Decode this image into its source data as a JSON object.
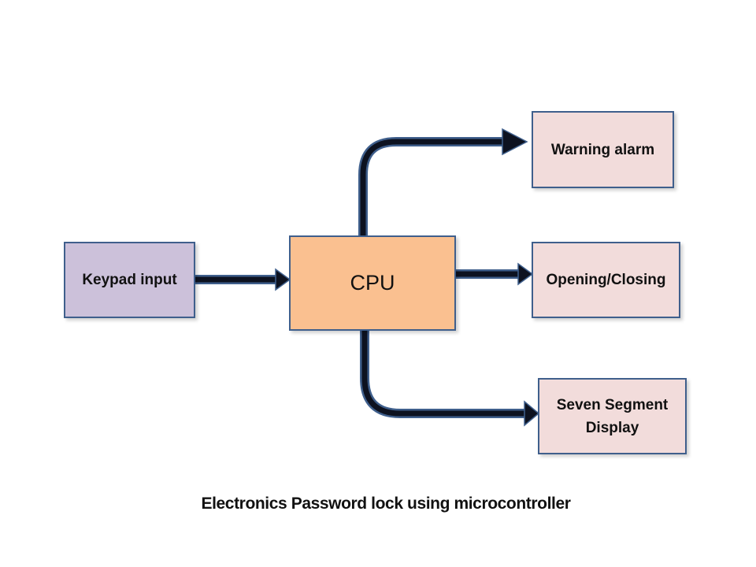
{
  "diagram": {
    "nodes": [
      {
        "id": "keypad",
        "label": "Keypad input"
      },
      {
        "id": "cpu",
        "label": "CPU"
      },
      {
        "id": "warning",
        "label": "Warning alarm"
      },
      {
        "id": "opening",
        "label": "Opening/Closing"
      },
      {
        "id": "seven",
        "label": "Seven Segment\nDisplay"
      }
    ],
    "edges": [
      {
        "from": "keypad",
        "to": "cpu"
      },
      {
        "from": "cpu",
        "to": "warning"
      },
      {
        "from": "cpu",
        "to": "opening"
      },
      {
        "from": "cpu",
        "to": "seven"
      }
    ],
    "colors": {
      "input_fill": "#ccc1da",
      "cpu_fill": "#fac090",
      "output_fill": "#f2dcdb",
      "border": "#3f5f8c",
      "arrow": "#0d1220"
    }
  },
  "title": "Electronics Password lock using microcontroller"
}
